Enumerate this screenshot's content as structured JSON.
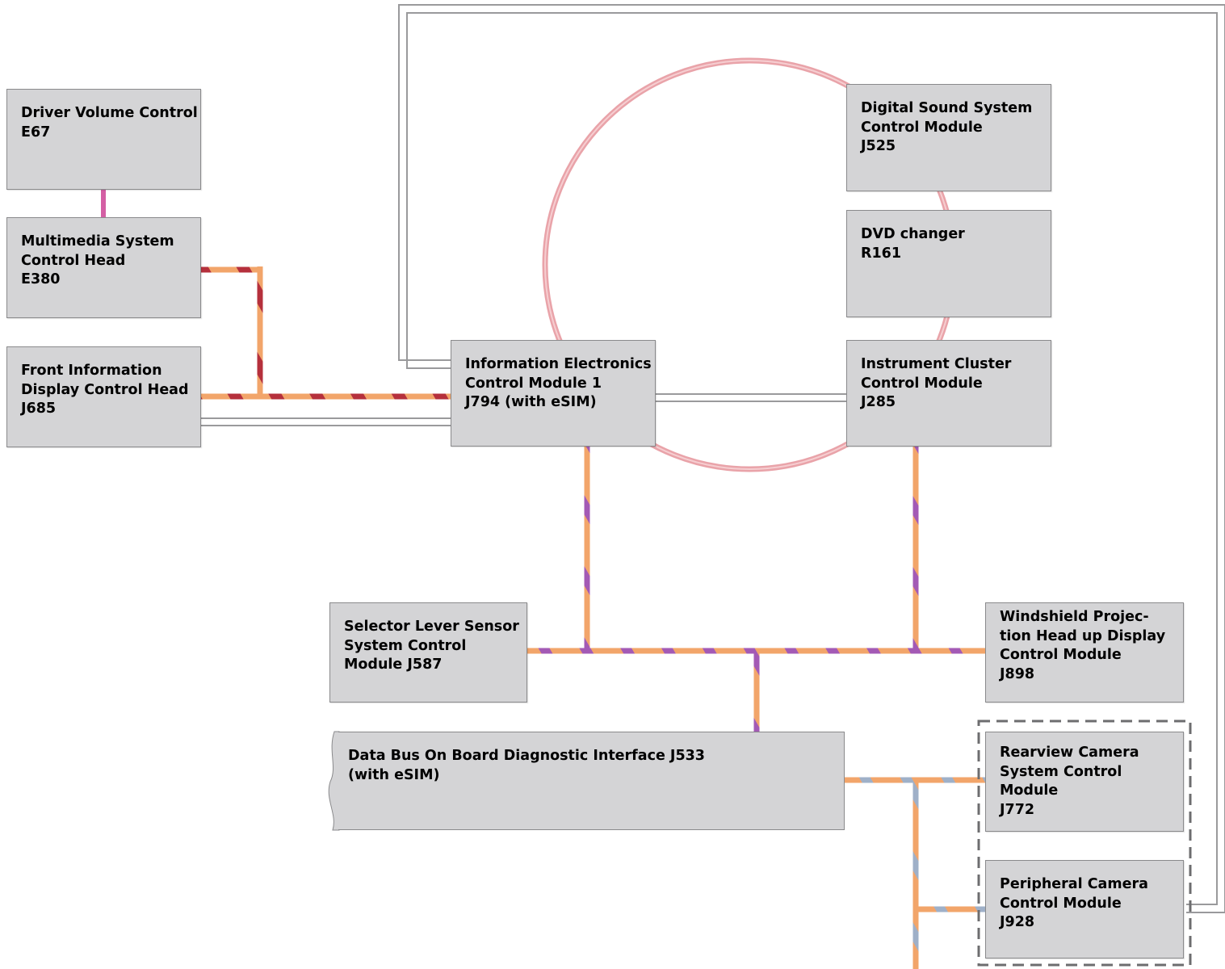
{
  "modules": {
    "driver_volume": [
      "Driver Volume Control",
      "E67"
    ],
    "multimedia_head": [
      "Multimedia System",
      "Control Head",
      "E380"
    ],
    "front_display": [
      "Front Information",
      "Display Control Head",
      "J685"
    ],
    "info_electronics": [
      "Information Electronics",
      "Control Module 1",
      "J794 (with eSIM)"
    ],
    "digital_sound": [
      "Digital Sound System",
      "Control Module",
      "J525"
    ],
    "dvd_changer": [
      "DVD changer",
      "R161"
    ],
    "instrument_cluster": [
      "Instrument Cluster",
      "Control Module",
      "J285"
    ],
    "selector_lever": [
      "Selector Lever Sensor",
      "System Control",
      "Module J587"
    ],
    "windshield_hud": [
      "Windshield Projec-",
      "tion Head up Display",
      "Control Module",
      "J898"
    ],
    "gateway": [
      "Data Bus On Board Diagnostic Interface J533",
      "(with eSIM)"
    ],
    "rearview_camera": [
      "Rearview Camera",
      "System Control",
      "Module",
      "J772"
    ],
    "peripheral_camera": [
      "Peripheral Camera",
      "Control Module",
      "J928"
    ]
  },
  "colors": {
    "module_fill": "#d4d4d6",
    "module_border": "#8a8a8c",
    "most_ring": "#e9a3a9",
    "can_bus_orange": "#f2a56a",
    "can_bus_stripe_red": "#b5303c",
    "can_bus_stripe_purple": "#a35ab5",
    "can_bus_stripe_blue": "#9fb0c8",
    "lvds_link_gray": "#9a9a9c",
    "lin_link_pink": "#d45fa4"
  }
}
